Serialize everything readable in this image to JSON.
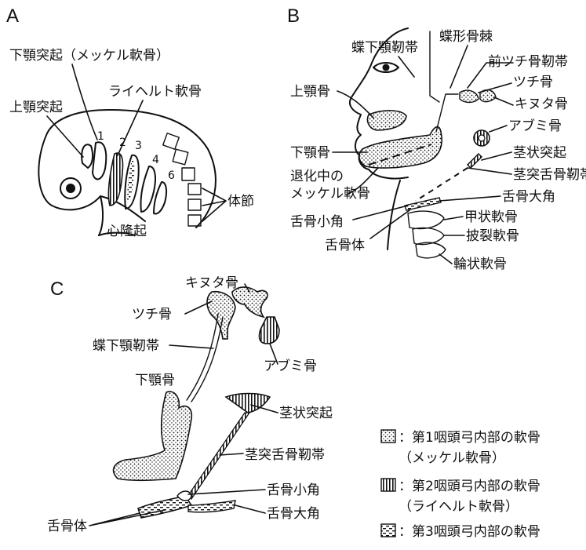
{
  "panels": {
    "a": {
      "letter": "A",
      "labels": {
        "mandibular_process": "下顎突起（メッケル軟骨）",
        "maxillary_process": "上顎突起",
        "reichert_cartilage": "ライヘルト軟骨",
        "somites": "体節",
        "cardiac_bulge": "心隆起"
      },
      "arch_numbers": [
        "1",
        "2",
        "3",
        "4",
        "6"
      ]
    },
    "b": {
      "letter": "B",
      "labels": {
        "sphenomandibular_ligament": "蝶下顎靭帯",
        "sphenoid_spine": "蝶形骨棘",
        "anterior_malleolar_ligament": "前ツチ骨靭帯",
        "malleus": "ツチ骨",
        "incus": "キヌタ骨",
        "stapes": "アブミ骨",
        "maxilla": "上顎骨",
        "mandible": "下顎骨",
        "regressing_meckel_1": "退化中の",
        "regressing_meckel_2": "メッケル軟骨",
        "styloid_process": "茎状突起",
        "stylohyoid_ligament": "茎突舌骨靭帯",
        "greater_horn": "舌骨大角",
        "lesser_horn": "舌骨小角",
        "thyroid_cartilage": "甲状軟骨",
        "arytenoid_cartilage": "披裂軟骨",
        "hyoid_body": "舌骨体",
        "cricoid_cartilage": "輪状軟骨"
      }
    },
    "c": {
      "letter": "C",
      "labels": {
        "incus": "キヌタ骨",
        "malleus": "ツチ骨",
        "sphenomandibular_ligament": "蝶下顎靭帯",
        "stapes": "アブミ骨",
        "mandible": "下顎骨",
        "styloid_process": "茎状突起",
        "stylohyoid_ligament": "茎突舌骨靭帯",
        "lesser_horn": "舌骨小角",
        "greater_horn": "舌骨大角",
        "hyoid_body": "舌骨体"
      }
    }
  },
  "legend": [
    {
      "pattern": "dots",
      "line1": "：第1咽頭弓内部の軟骨",
      "line2": "（メッケル軟骨）"
    },
    {
      "pattern": "stripes",
      "line1": "：第2咽頭弓内部の軟骨",
      "line2": "（ライヘルト軟骨）"
    },
    {
      "pattern": "dashes",
      "line1": "：第3咽頭弓内部の軟骨",
      "line2": ""
    }
  ],
  "colors": {
    "ink": "#111111",
    "background": "#ffffff"
  }
}
